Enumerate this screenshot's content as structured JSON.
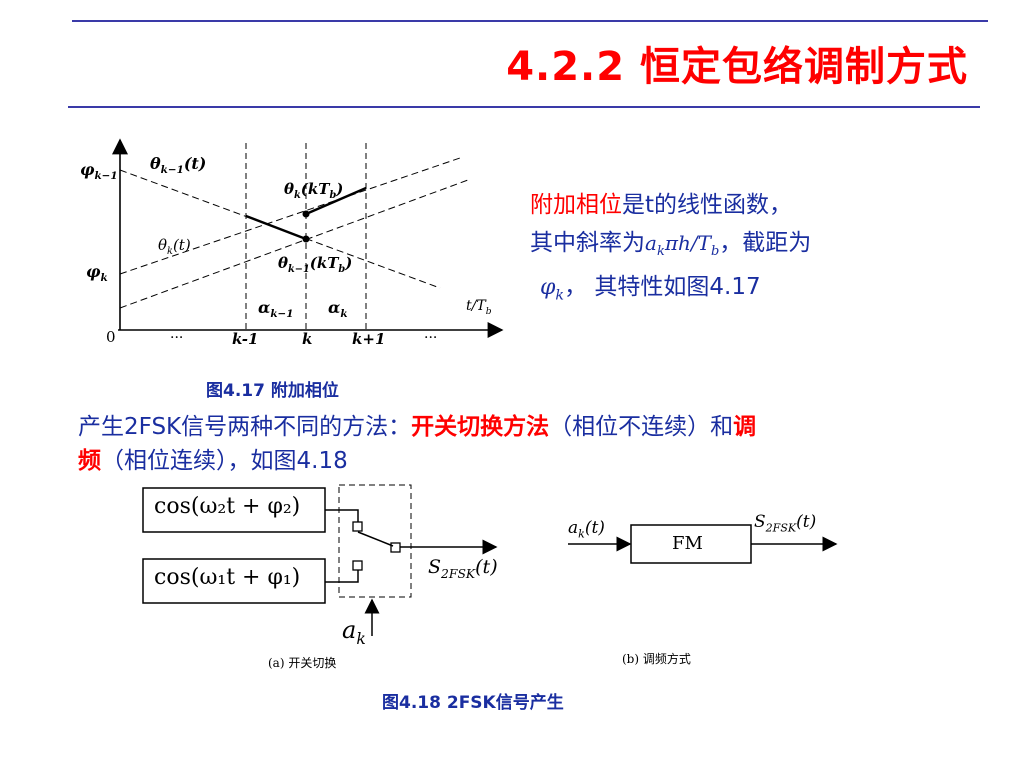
{
  "slide": {
    "title": "4.2.2  恒定包络调制方式"
  },
  "description": {
    "line1_red": "附加相位",
    "line1_rest": "是t的线性函数，",
    "line2_pre": "其中斜率为",
    "line2_math_a": "a",
    "line2_math_a_sub": "k",
    "line2_math_mid": "πh/T",
    "line2_math_b_sub": "b",
    "line2_post": "，截距为",
    "line3_math": "φ",
    "line3_math_sub": "k",
    "line3_post": "， 其特性如图4.17"
  },
  "figure417": {
    "caption": "图4.17  附加相位",
    "labels": {
      "phi_k_minus_1": "φ",
      "phi_k_minus_1_sub": "k−1",
      "phi_k": "φ",
      "phi_k_sub": "k",
      "theta_k_minus_1_t": "θ",
      "theta_k_minus_1_t_sub": "k−1",
      "theta_k_minus_1_t_arg": "(t)",
      "theta_k_t": "θ",
      "theta_k_t_sub": "k",
      "theta_k_t_arg": "(t)",
      "theta_k_kTb": "θ",
      "theta_k_kTb_sub": "k",
      "theta_k_kTb_arg": "(kT",
      "theta_k_kTb_arg_sub": "b",
      "theta_k_kTb_close": ")",
      "theta_km1_kTb": "θ",
      "theta_km1_kTb_sub": "k−1",
      "theta_km1_kTb_arg": "(kT",
      "theta_km1_kTb_arg_sub": "b",
      "theta_km1_kTb_close": ")",
      "alpha_km1": "α",
      "alpha_km1_sub": "k−1",
      "alpha_k": "α",
      "alpha_k_sub": "k",
      "axis_x": "t/T",
      "axis_x_sub": "b",
      "origin": "0",
      "tick_dots_left": "···",
      "tick_km1": "k-1",
      "tick_k": "k",
      "tick_kp1": "k+1",
      "tick_dots_right": "···"
    }
  },
  "methods": {
    "line1_pre": "产生2FSK信号两种不同的方法：",
    "line1_red": "开关切换方法",
    "line1_post": "（相位不连续）和",
    "line1_red2": "调",
    "line2_red": "频",
    "line2_post": "（相位连续），如图4.18"
  },
  "figure418": {
    "caption": "图4.18   2FSK信号产生",
    "a": {
      "osc2": "cos(ω₂t + φ₂)",
      "osc1": "cos(ω₁t + φ₁)",
      "output": "S",
      "output_sub": "2FSK",
      "output_arg": "(t)",
      "control": "a",
      "control_sub": "k",
      "sublabel": "(a)   开关切换"
    },
    "b": {
      "input": "a",
      "input_sub": "k",
      "input_arg": "(t)",
      "block": "FM",
      "output": "S",
      "output_sub": "2FSK",
      "output_arg": "(t)",
      "sublabel": "(b)   调频方式"
    }
  },
  "colors": {
    "title": "#ff0000",
    "text": "#1a2ea0",
    "rule": "#3a3aa8",
    "highlight": "#ff0000"
  }
}
